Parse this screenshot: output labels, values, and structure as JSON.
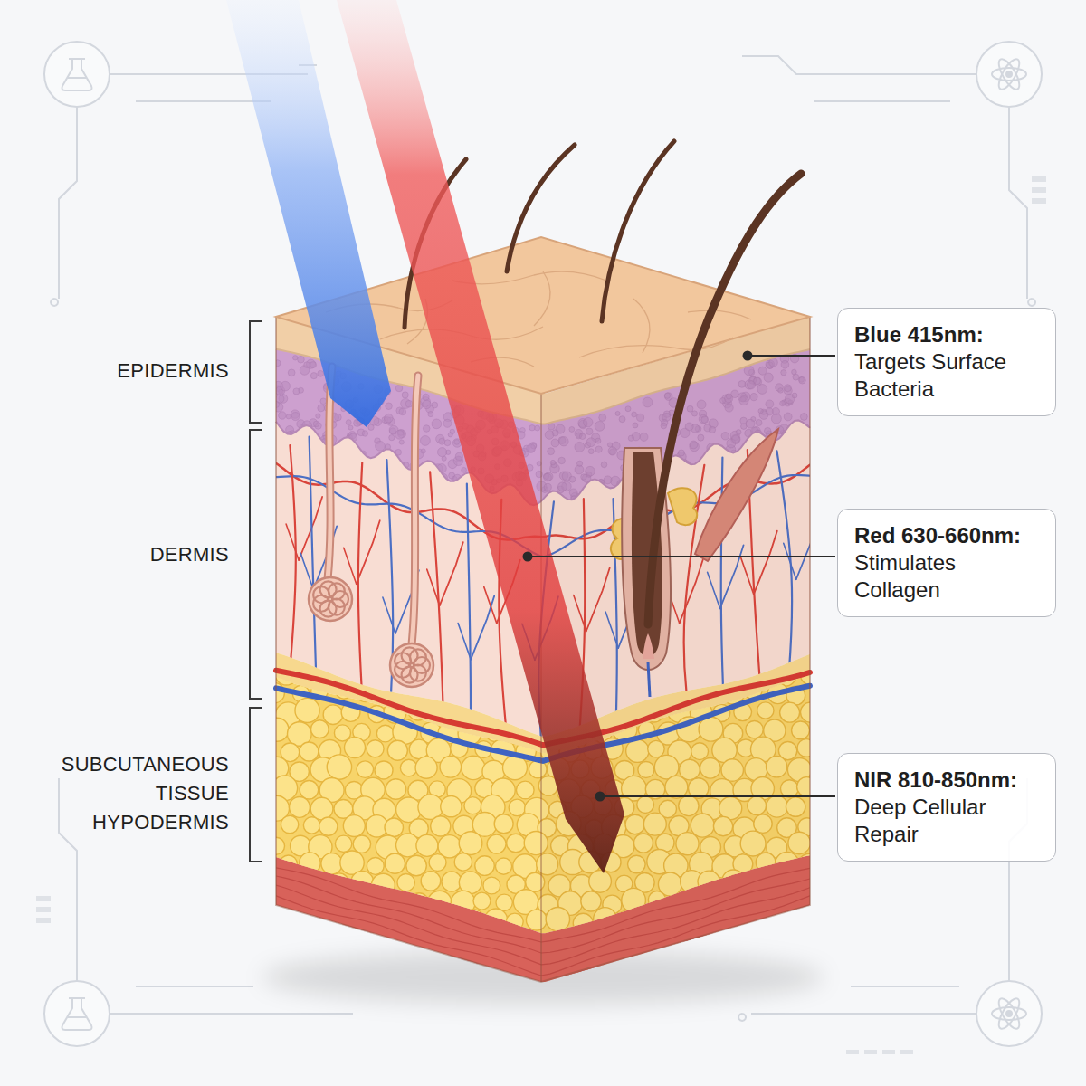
{
  "diagram": {
    "nodes": [
      {
        "text": [
          "Blue 415nm:",
          "Targets Surface Bacteria"
        ]
      },
      {
        "text": [
          "Red 630-660nm:",
          "Stimulates Collagen"
        ]
      },
      {
        "text": [
          "NIR 810-850nm:",
          "Deep Cellular Repair"
        ]
      }
    ],
    "labels": [
      "EPIDERMIS",
      "DERMIS",
      "SUBCUTANEOUS TISSUE HYPODERMIS"
    ]
  }
}
